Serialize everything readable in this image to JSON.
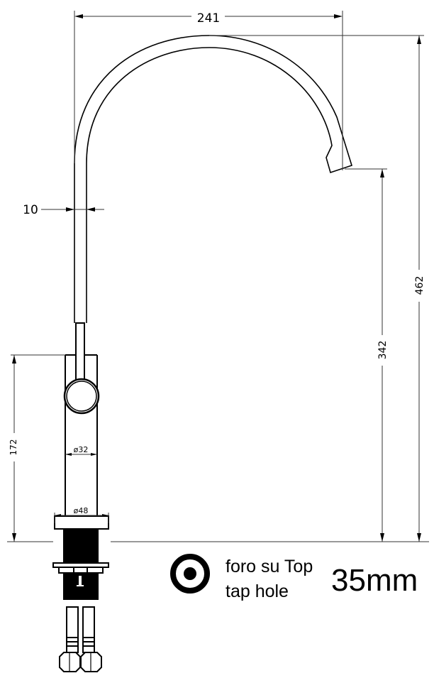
{
  "drawing": {
    "type": "technical-drawing",
    "subject": "kitchen tap side elevation",
    "colors": {
      "line": "#000000",
      "dimension": "#333333",
      "background": "#ffffff"
    }
  },
  "dimensions": {
    "width_spout": "241",
    "tube_diameter": "10",
    "total_height": "462",
    "spout_height": "342",
    "body_height": "172",
    "body_diameter": "ø32",
    "base_diameter": "ø48"
  },
  "legend": {
    "icon": "tap-hole-icon",
    "line1": "foro su Top",
    "line2": "tap hole",
    "size": "35mm"
  }
}
